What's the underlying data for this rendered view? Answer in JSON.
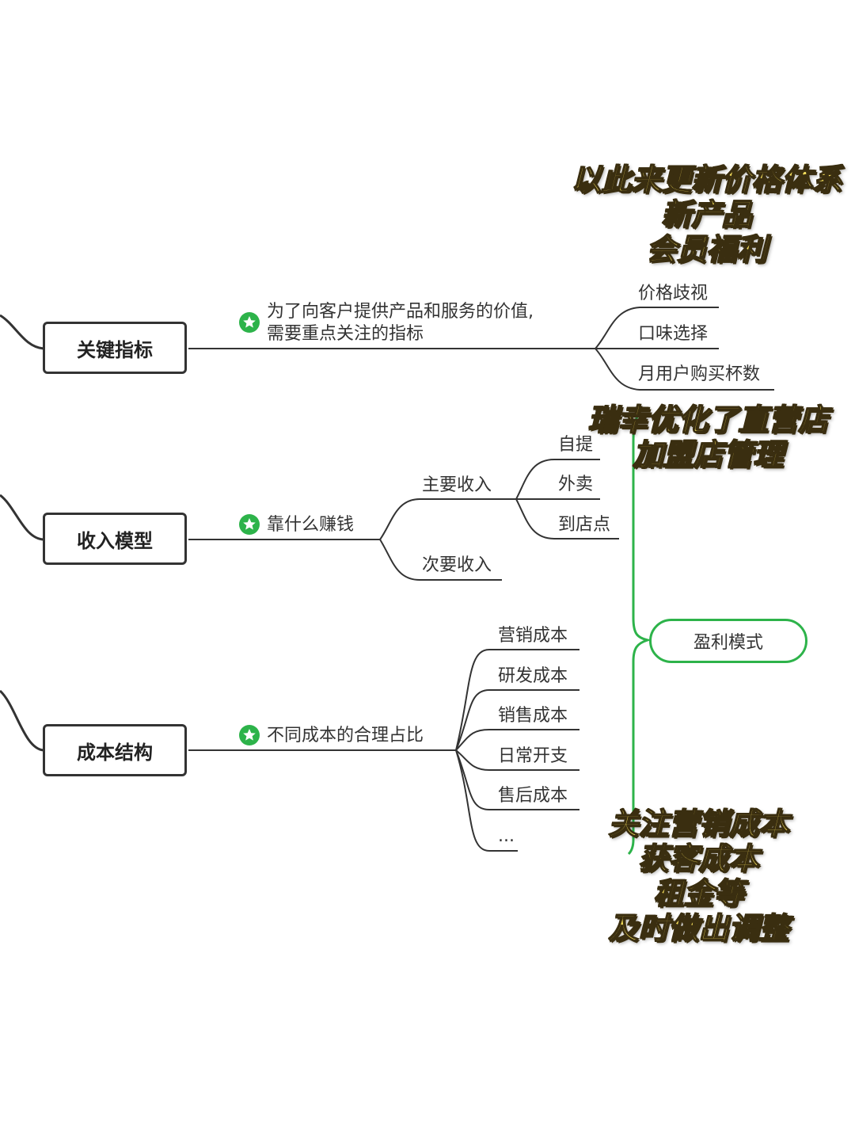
{
  "center": {
    "label": "盈利模式"
  },
  "branches": {
    "key_metrics": {
      "label": "关键指标",
      "note_line1": "为了向客户提供产品和服务的价值,",
      "note_line2": "需要重点关注的指标",
      "children": [
        "价格歧视",
        "口味选择",
        "月用户购买杯数"
      ]
    },
    "revenue": {
      "label": "收入模型",
      "note": "靠什么赚钱",
      "main_income": "主要收入",
      "main_children": [
        "自提",
        "外卖",
        "到店点"
      ],
      "secondary_income": "次要收入"
    },
    "cost": {
      "label": "成本结构",
      "note": "不同成本的合理占比",
      "children": [
        "营销成本",
        "研发成本",
        "销售成本",
        "日常开支",
        "售后成本",
        "..."
      ]
    }
  },
  "overlays": {
    "top": [
      "以此来更新价格体系",
      "新产品",
      "会员福利"
    ],
    "middle": [
      "瑞幸优化了直营店",
      "加盟店管理"
    ],
    "bottom": [
      "关注营销成本",
      "获客成本",
      "租金等",
      "及时做出调整"
    ]
  },
  "colors": {
    "line": "#333333",
    "green": "#2db34a",
    "overlay_fill": "#fbe45e",
    "overlay_stroke": "#3a2e10"
  }
}
